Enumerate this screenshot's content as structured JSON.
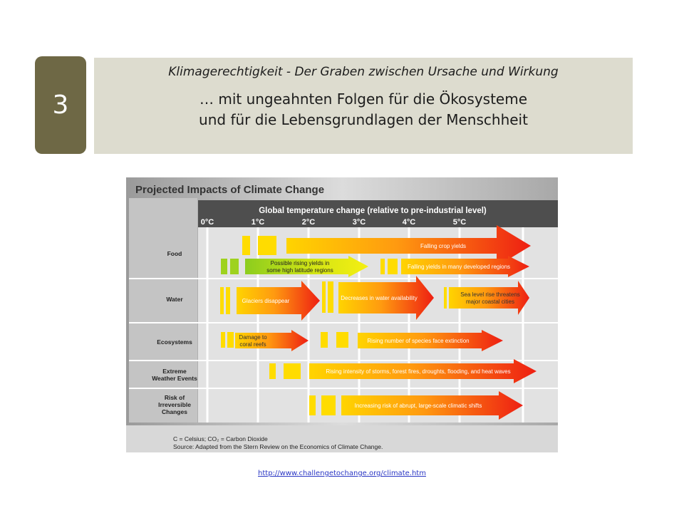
{
  "slide": {
    "number": "3",
    "subtitle": "Klimagerechtigkeit - Der Graben zwischen Ursache und Wirkung",
    "title_line1": "… mit ungeahnten Folgen für die Ökosysteme",
    "title_line2": "und für die Lebensgrundlagen der Menschheit"
  },
  "figure": {
    "title": "Projected Impacts of Climate Change",
    "axis_title": "Global temperature change (relative to pre-industrial level)",
    "ticks": [
      "0°C",
      "1°C",
      "2°C",
      "3°C",
      "4°C",
      "5°C"
    ],
    "rows": [
      {
        "label_lines": [
          "Food"
        ]
      },
      {
        "label_lines": [
          "Water"
        ]
      },
      {
        "label_lines": [
          "Ecosystems"
        ]
      },
      {
        "label_lines": [
          "Extreme",
          "Weather Events"
        ]
      },
      {
        "label_lines": [
          "Risk of",
          "Irreversible",
          "Changes"
        ]
      }
    ],
    "impacts": [
      {
        "lines": [
          "Falling crop yields"
        ]
      },
      {
        "lines": [
          "Possible rising yields in",
          "some high latitude regions"
        ]
      },
      {
        "lines": [
          "Falling yields in many developed regions"
        ]
      },
      {
        "lines": [
          "Glaciers disappear"
        ]
      },
      {
        "lines": [
          "Decreases in water availability"
        ]
      },
      {
        "lines": [
          "Sea level rise threatens",
          "major coastal cities"
        ]
      },
      {
        "lines": [
          "Damage to",
          "coral reefs"
        ]
      },
      {
        "lines": [
          "Rising number of species face extinction"
        ]
      },
      {
        "lines": [
          "Rising intensity of storms, forest fires, droughts, flooding, and heat waves"
        ]
      },
      {
        "lines": [
          "Increasing risk of  abrupt, large-scale climatic shifts"
        ]
      }
    ],
    "footnote1": "C = Celsius; CO₂ = Carbon Dioxide",
    "footnote2": "Source: Adapted from the Stern Review on the Economics of Climate Change."
  },
  "link": {
    "text": "http://www.challengetochange.org/climate.htm"
  }
}
